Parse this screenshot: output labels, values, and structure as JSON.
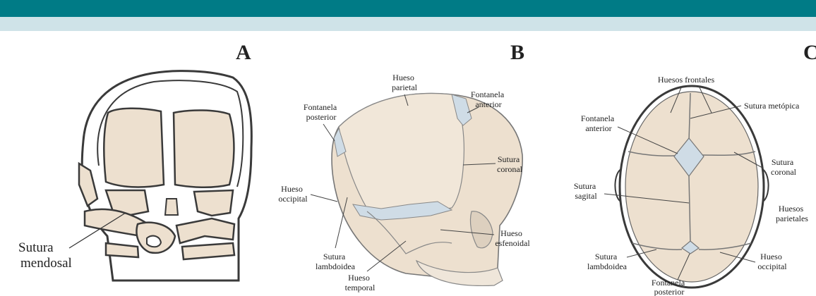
{
  "colors": {
    "header_teal": "#007b86",
    "header_light": "#cfe3e8",
    "bone_fill": "#ede0cf",
    "fontanel_fill": "#cfdce6",
    "outline": "#3a3a3a"
  },
  "panels": [
    {
      "letter": "A",
      "labels": {
        "sutura_mendosal": [
          "Sutura",
          "mendosal"
        ]
      }
    },
    {
      "letter": "B",
      "labels": {
        "hueso_parietal": [
          "Hueso",
          "parietal"
        ],
        "fontanela_posterior": [
          "Fontanela",
          "posterior"
        ],
        "fontanela_anterior": [
          "Fontanela",
          "anterior"
        ],
        "sutura_coronal": [
          "Sutura",
          "coronal"
        ],
        "hueso_occipital": [
          "Hueso",
          "occipital"
        ],
        "sutura_lambdoidea": [
          "Sutura",
          "lambdoidea"
        ],
        "hueso_esfenoidal": [
          "Hueso",
          "esfenoidal"
        ],
        "hueso_temporal": [
          "Hueso",
          "temporal"
        ]
      }
    },
    {
      "letter": "C",
      "labels": {
        "huesos_frontales": [
          "Huesos frontales"
        ],
        "sutura_metopica": [
          "Sutura metópica"
        ],
        "fontanela_anterior": [
          "Fontanela",
          "anterior"
        ],
        "sutura_coronal": [
          "Sutura",
          "coronal"
        ],
        "sutura_sagital": [
          "Sutura",
          "sagital"
        ],
        "huesos_parietales": [
          "Huesos",
          "parietales"
        ],
        "sutura_lambdoidea": [
          "Sutura",
          "lambdoidea"
        ],
        "hueso_occipital": [
          "Hueso",
          "occipital"
        ],
        "fontanela_posterior": [
          "Fontanela",
          "posterior"
        ]
      }
    }
  ]
}
